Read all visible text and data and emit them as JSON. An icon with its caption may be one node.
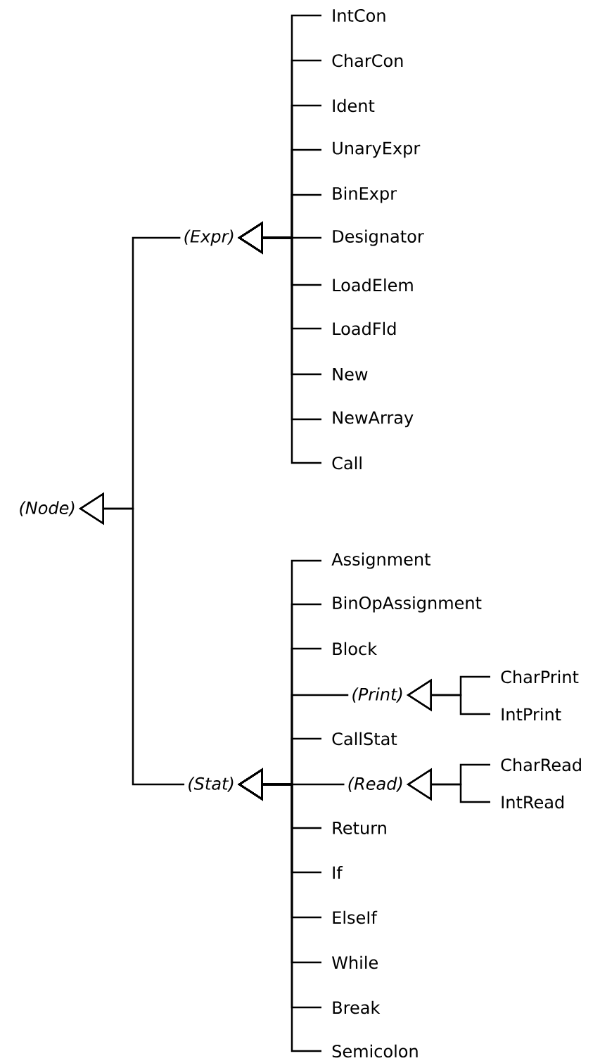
{
  "diagram": {
    "nodes": [
      {
        "text": [
          "(Node)"
        ]
      },
      {
        "text": [
          "(Expr)"
        ]
      },
      {
        "text": [
          "IntCon"
        ]
      },
      {
        "text": [
          "CharCon"
        ]
      },
      {
        "text": [
          "Ident"
        ]
      },
      {
        "text": [
          "UnaryExpr"
        ]
      },
      {
        "text": [
          "BinExpr"
        ]
      },
      {
        "text": [
          "Designator"
        ]
      },
      {
        "text": [
          "LoadElem"
        ]
      },
      {
        "text": [
          "LoadFld"
        ]
      },
      {
        "text": [
          "New"
        ]
      },
      {
        "text": [
          "NewArray"
        ]
      },
      {
        "text": [
          "Call"
        ]
      },
      {
        "text": [
          "(Stat)"
        ]
      },
      {
        "text": [
          "Assignment"
        ]
      },
      {
        "text": [
          "BinOpAssignment"
        ]
      },
      {
        "text": [
          "Block"
        ]
      },
      {
        "text": [
          "(Print)"
        ]
      },
      {
        "text": [
          "CharPrint"
        ]
      },
      {
        "text": [
          "IntPrint"
        ]
      },
      {
        "text": [
          "CallStat"
        ]
      },
      {
        "text": [
          "(Read)"
        ]
      },
      {
        "text": [
          "CharRead"
        ]
      },
      {
        "text": [
          "IntRead"
        ]
      },
      {
        "text": [
          "Return"
        ]
      },
      {
        "text": [
          "If"
        ]
      },
      {
        "text": [
          "ElseIf"
        ]
      },
      {
        "text": [
          "While"
        ]
      },
      {
        "text": [
          "Break"
        ]
      },
      {
        "text": [
          "Semicolon"
        ]
      }
    ],
    "edges": [
      {
        "from": 1,
        "to": 0,
        "arrow": "to"
      },
      {
        "from": 13,
        "to": 0,
        "arrow": "to"
      },
      {
        "from": 2,
        "to": 1,
        "arrow": "to"
      },
      {
        "from": 3,
        "to": 1,
        "arrow": "to"
      },
      {
        "from": 4,
        "to": 1,
        "arrow": "to"
      },
      {
        "from": 5,
        "to": 1,
        "arrow": "to"
      },
      {
        "from": 6,
        "to": 1,
        "arrow": "to"
      },
      {
        "from": 7,
        "to": 1,
        "arrow": "to"
      },
      {
        "from": 8,
        "to": 1,
        "arrow": "to"
      },
      {
        "from": 9,
        "to": 1,
        "arrow": "to"
      },
      {
        "from": 10,
        "to": 1,
        "arrow": "to"
      },
      {
        "from": 11,
        "to": 1,
        "arrow": "to"
      },
      {
        "from": 12,
        "to": 1,
        "arrow": "to"
      },
      {
        "from": 14,
        "to": 13,
        "arrow": "to"
      },
      {
        "from": 15,
        "to": 13,
        "arrow": "to"
      },
      {
        "from": 16,
        "to": 13,
        "arrow": "to"
      },
      {
        "from": 17,
        "to": 13,
        "arrow": "to"
      },
      {
        "from": 20,
        "to": 13,
        "arrow": "to"
      },
      {
        "from": 21,
        "to": 13,
        "arrow": "to"
      },
      {
        "from": 24,
        "to": 13,
        "arrow": "to"
      },
      {
        "from": 25,
        "to": 13,
        "arrow": "to"
      },
      {
        "from": 26,
        "to": 13,
        "arrow": "to"
      },
      {
        "from": 27,
        "to": 13,
        "arrow": "to"
      },
      {
        "from": 28,
        "to": 13,
        "arrow": "to"
      },
      {
        "from": 29,
        "to": 13,
        "arrow": "to"
      },
      {
        "from": 18,
        "to": 17,
        "arrow": "to"
      },
      {
        "from": 19,
        "to": 17,
        "arrow": "to"
      },
      {
        "from": 22,
        "to": 21,
        "arrow": "to"
      },
      {
        "from": 23,
        "to": 21,
        "arrow": "to"
      }
    ]
  }
}
